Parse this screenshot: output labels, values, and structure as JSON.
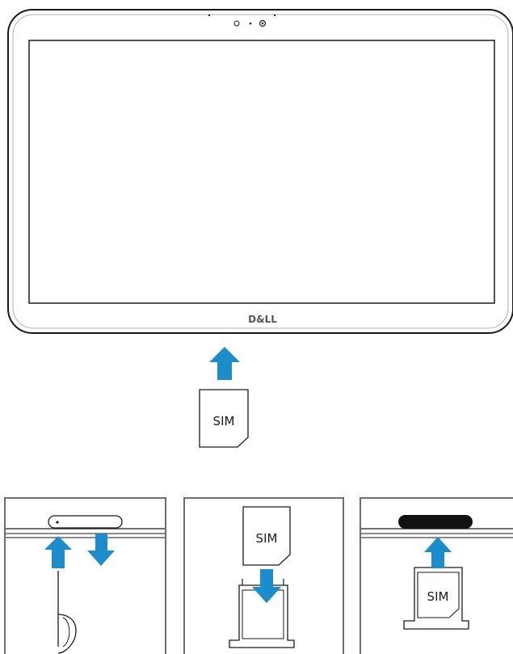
{
  "tablet": {
    "brand_logo": "D&LL"
  },
  "sim_card": {
    "label": "SIM"
  },
  "steps": [
    {
      "sim_label": ""
    },
    {
      "sim_label": "SIM"
    },
    {
      "sim_label": "SIM"
    }
  ],
  "colors": {
    "outline": "#1a1a1a",
    "arrow": "#1b8ccc",
    "panel_border": "#6e6e6e",
    "slot_black": "#111111"
  },
  "icons": [
    "camera-icon",
    "light-sensor-icon",
    "up-arrow-icon",
    "down-arrow-icon",
    "eject-pin-icon"
  ]
}
